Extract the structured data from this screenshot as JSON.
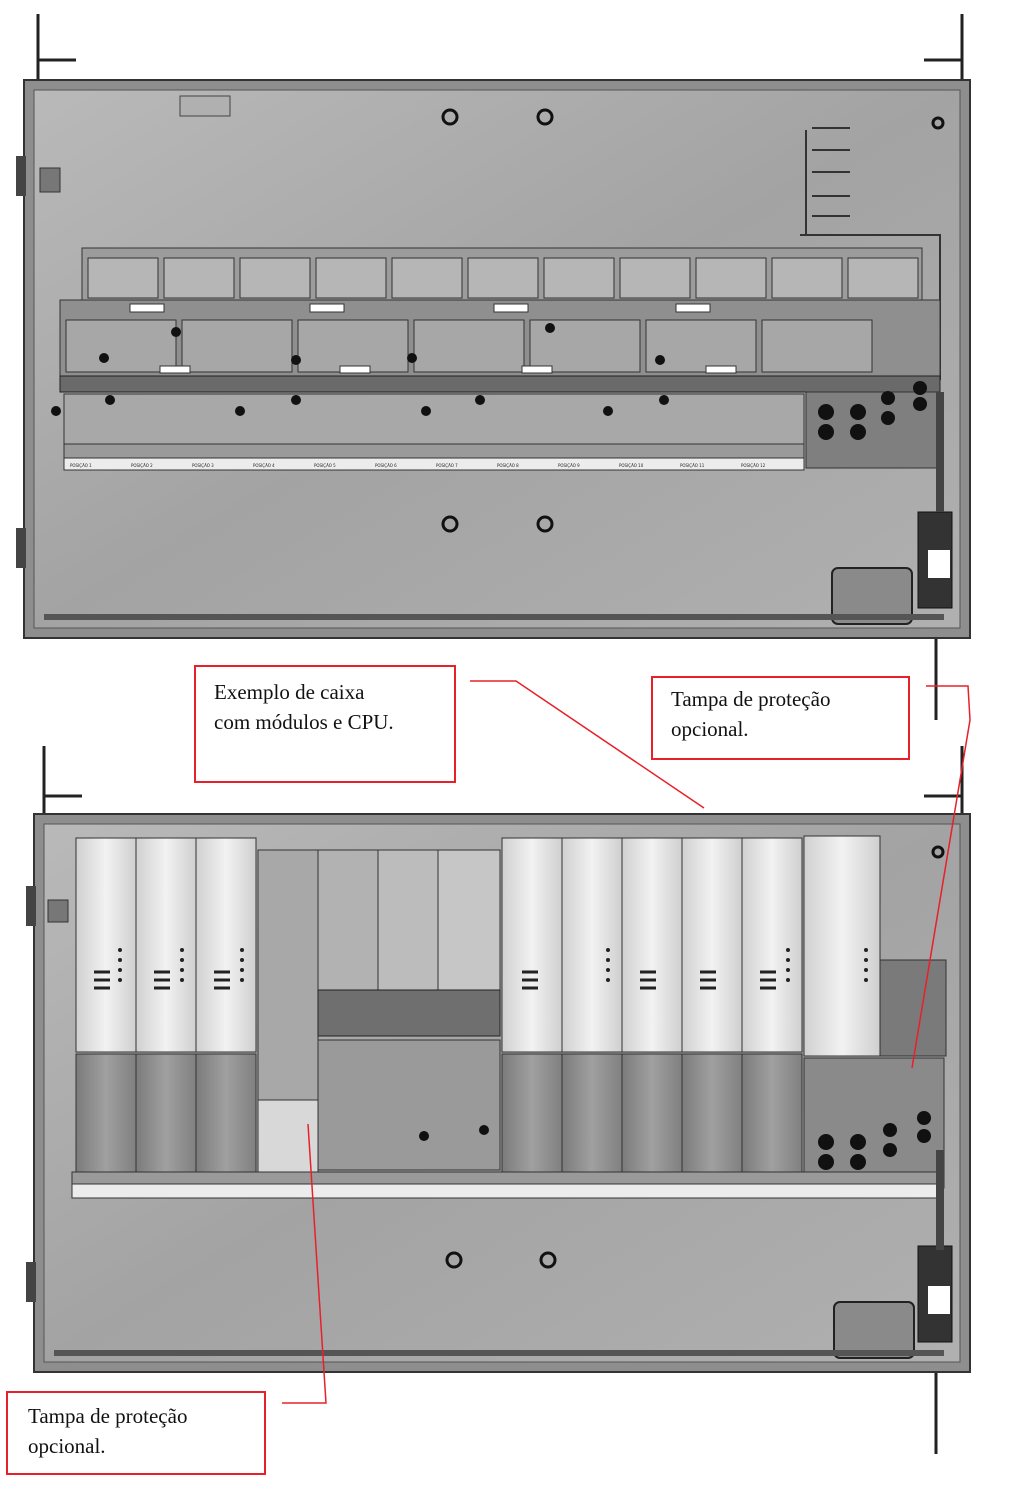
{
  "callouts": {
    "box_example": {
      "line1": "Exemplo de caixa",
      "line2": "com módulos e CPU."
    },
    "top_cover": {
      "line1": "Tampa de proteção",
      "line2": "opcional."
    },
    "bottom_cover": {
      "line1": "Tampa de proteção",
      "line2": "opcional."
    }
  },
  "colors": {
    "callout_border": "#e8202a",
    "enclosure": "#9a9a9a",
    "module_light": "#e6e6e6"
  },
  "top_positions": [
    "POSIÇÃO 1",
    "POSIÇÃO 2",
    "POSIÇÃO 3",
    "POSIÇÃO 4",
    "POSIÇÃO 5",
    "POSIÇÃO 6",
    "POSIÇÃO 7",
    "POSIÇÃO 8",
    "POSIÇÃO 9",
    "POSIÇÃO 10",
    "POSIÇÃO 11",
    "POSIÇÃO 12"
  ]
}
